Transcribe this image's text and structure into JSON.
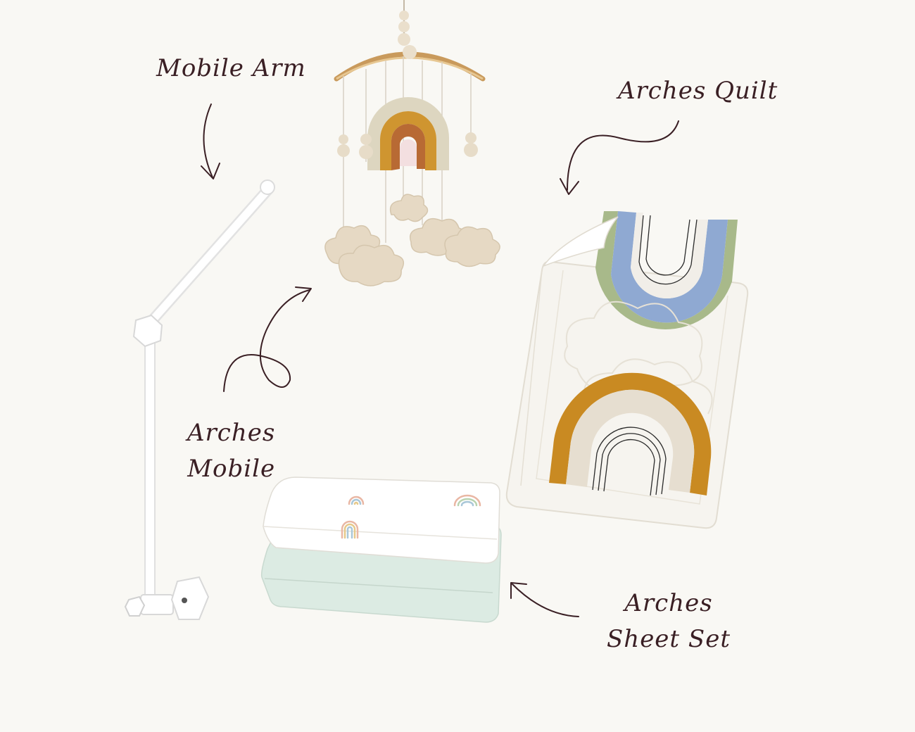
{
  "labels": {
    "mobile_arm": "Mobile Arm",
    "arches_quilt": "Arches Quilt",
    "arches_mobile_line1": "Arches",
    "arches_mobile_line2": "Mobile",
    "arches_sheet_line1": "Arches",
    "arches_sheet_line2": "Sheet Set"
  },
  "colors": {
    "background": "#f9f8f4",
    "ink": "#3a1f24",
    "mustard": "#c98a22",
    "rust": "#b8692f",
    "sage": "#a9b98a",
    "blue": "#93add4",
    "cream": "#e8dfcf",
    "mint": "#dcebe3"
  }
}
